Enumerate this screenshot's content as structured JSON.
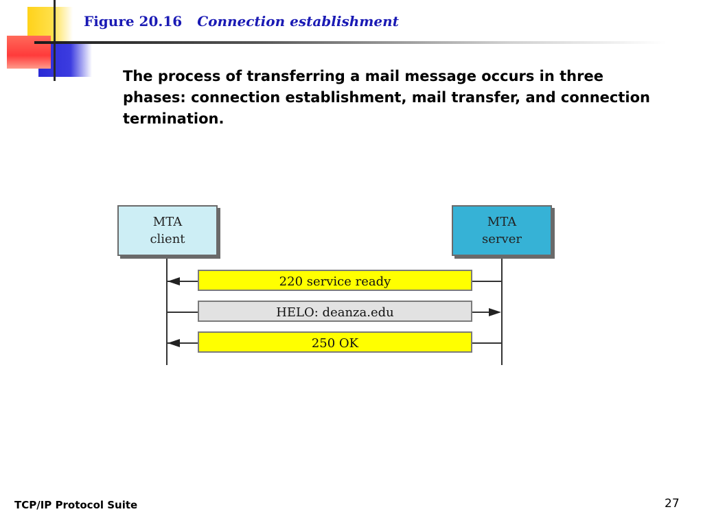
{
  "title": {
    "figure_number": "Figure 20.16",
    "figure_name": "Connection establishment"
  },
  "description": "The process of transferring a mail message occurs in three phases: connection establishment, mail transfer, and connection termination.",
  "diagram": {
    "client": {
      "line1": "MTA",
      "line2": "client"
    },
    "server": {
      "line1": "MTA",
      "line2": "server"
    },
    "messages": [
      {
        "label": "220 service ready",
        "direction": "server-to-client",
        "color": "#ffff00"
      },
      {
        "label": "HELO: deanza.edu",
        "direction": "client-to-server",
        "color": "#e2e2e2"
      },
      {
        "label": "250 OK",
        "direction": "server-to-client",
        "color": "#ffff00"
      }
    ]
  },
  "footer": {
    "text": "TCP/IP Protocol Suite",
    "page_number": "27"
  }
}
